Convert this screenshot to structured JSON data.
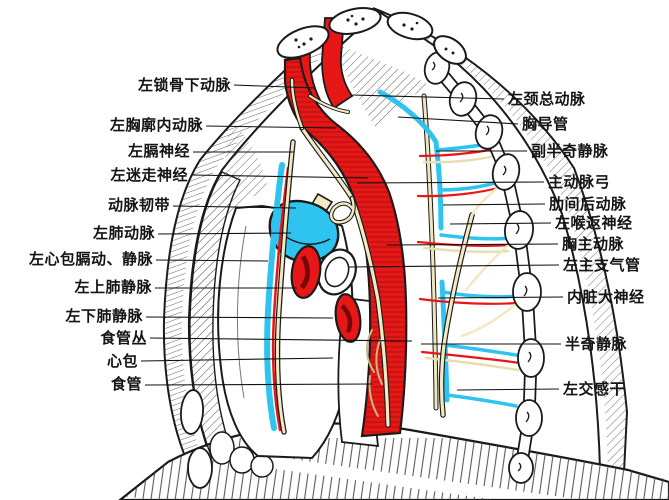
{
  "figure": {
    "kind": "anatomical line diagram, left view of mediastinum (Chinese anatomy atlas style)",
    "labels_left": [
      {
        "text": "左锁骨下动脉"
      },
      {
        "text": "左胸廓内动脉"
      },
      {
        "text": "左膈神经"
      },
      {
        "text": "左迷走神经"
      },
      {
        "text": "动脉韧带"
      },
      {
        "text": "左肺动脉"
      },
      {
        "text": "左心包膈动、静脉"
      },
      {
        "text": "左上肺静脉"
      },
      {
        "text": "左下肺静脉"
      },
      {
        "text": "食管丛"
      },
      {
        "text": "心包"
      },
      {
        "text": "食管"
      }
    ],
    "labels_right": [
      {
        "text": "左颈总动脉"
      },
      {
        "text": "胸导管"
      },
      {
        "text": "副半奇静脉"
      },
      {
        "text": "主动脉弓"
      },
      {
        "text": "肋间后动脉"
      },
      {
        "text": "左喉返神经"
      },
      {
        "text": "胸主动脉"
      },
      {
        "text": "左主支气管"
      },
      {
        "text": "内脏大神经"
      },
      {
        "text": "半奇静脉"
      },
      {
        "text": "左交感干"
      }
    ],
    "colors": {
      "artery": "#e81717",
      "artery_shade": "#8f0b0b",
      "vein": "#2fc4ef",
      "nerve": "#f2e9c4",
      "outline": "#1a1a1a",
      "background": "#ffffff"
    }
  }
}
